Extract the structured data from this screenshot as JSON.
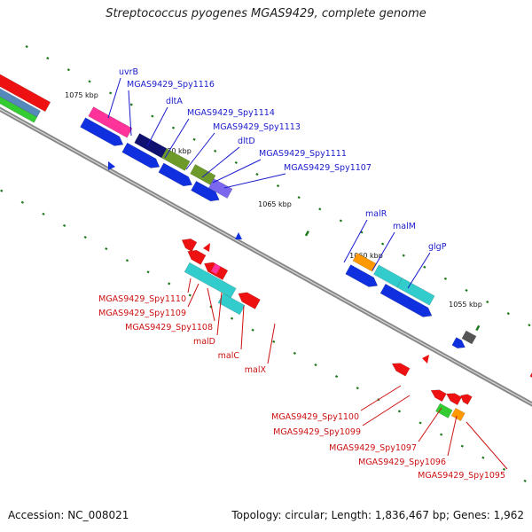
{
  "title": "Streptococcus pyogenes MGAS9429, complete genome",
  "footer": {
    "accession": "Accession: NC_008021",
    "summary": "Topology: circular; Length: 1,836,467 bp; Genes: 1,962"
  },
  "ruler_labels": [
    "1075 kbp",
    "1070 kbp",
    "1065 kbp",
    "1060 kbp",
    "1055 kbp"
  ],
  "forward_genes": [
    "uvrB",
    "MGAS9429_Spy1116",
    "dltA",
    "MGAS9429_Spy1114",
    "MGAS9429_Spy1113",
    "dltD",
    "MGAS9429_Spy1111",
    "MGAS9429_Spy1107",
    "malR",
    "malM",
    "glgP"
  ],
  "reverse_genes": [
    "MGAS9429_Spy1110",
    "MGAS9429_Spy1109",
    "MGAS9429_Spy1108",
    "malD",
    "malC",
    "malX",
    "MGAS9429_Spy1100",
    "MGAS9429_Spy1099",
    "MGAS9429_Spy1097",
    "MGAS9429_Spy1096",
    "MGAS9429_Spy1095"
  ],
  "colors": {
    "forward_label": "#1a1acc",
    "reverse_label": "#cc1111",
    "cds_forward": "#1030e0",
    "cds_reverse": "#ee1111",
    "backbone": "#888888",
    "tick": "#1f7a1f",
    "cyan": "#33cccc",
    "orange": "#ff9900",
    "pink": "#ff3399",
    "olive": "#6e9a2a",
    "navy": "#101070",
    "lavender": "#7b68ee",
    "green": "#33cc33",
    "steel": "#5588bb",
    "gray": "#555555"
  }
}
